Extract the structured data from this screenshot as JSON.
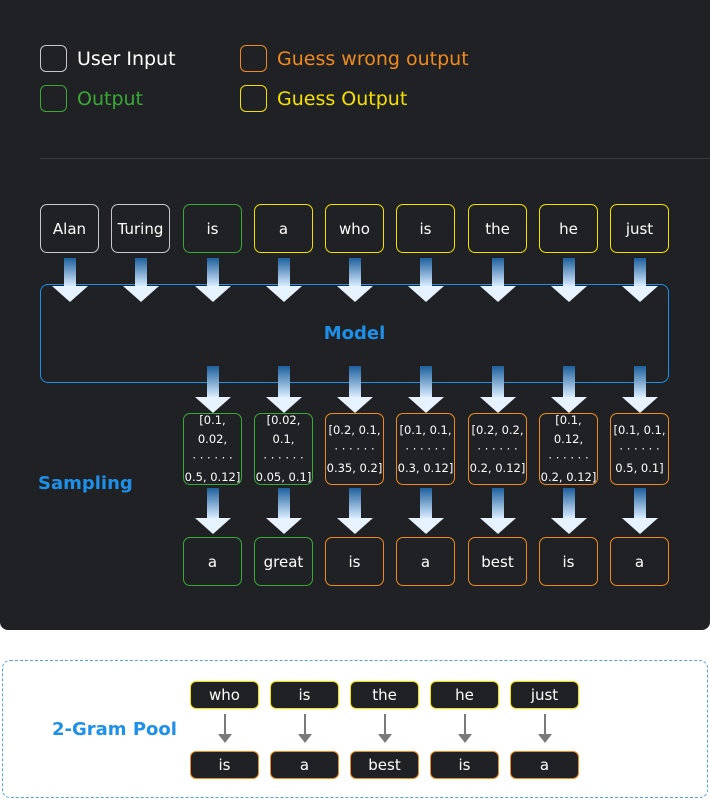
{
  "colors": {
    "user": "#c8c8cc",
    "output": "#3aa935",
    "wrong": "#f08a1c",
    "guess": "#f5e000",
    "accent": "#1e90e8"
  },
  "legend": [
    {
      "label": "User Input",
      "kind": "user"
    },
    {
      "label": "Guess wrong output",
      "kind": "wrong"
    },
    {
      "label": "Output",
      "kind": "output"
    },
    {
      "label": "Guess Output",
      "kind": "guess"
    }
  ],
  "inputs": [
    {
      "text": "Alan",
      "kind": "user"
    },
    {
      "text": "Turing",
      "kind": "user"
    },
    {
      "text": "is",
      "kind": "output"
    },
    {
      "text": "a",
      "kind": "guess"
    },
    {
      "text": "who",
      "kind": "guess"
    },
    {
      "text": "is",
      "kind": "guess"
    },
    {
      "text": "the",
      "kind": "guess"
    },
    {
      "text": "he",
      "kind": "guess"
    },
    {
      "text": "just",
      "kind": "guess"
    }
  ],
  "model_label": "Model",
  "sampling_label": "Sampling",
  "probs": [
    {
      "l1": "[0.1, 0.02,",
      "l2": "· · · · · ·",
      "l3": "0.5, 0.12]",
      "kind": "output"
    },
    {
      "l1": "[0.02, 0.1,",
      "l2": "· · · · · ·",
      "l3": "0.05, 0.1]",
      "kind": "output"
    },
    {
      "l1": "[0.2, 0.1,",
      "l2": "· · · · · ·",
      "l3": "0.35, 0.2]",
      "kind": "wrong"
    },
    {
      "l1": "[0.1, 0.1,",
      "l2": "· · · · · ·",
      "l3": "0.3, 0.12]",
      "kind": "wrong"
    },
    {
      "l1": "[0.2, 0.2,",
      "l2": "· · · · · ·",
      "l3": "0.2, 0.12]",
      "kind": "wrong"
    },
    {
      "l1": "[0.1, 0.12,",
      "l2": "· · · · · ·",
      "l3": "0.2, 0.12]",
      "kind": "wrong"
    },
    {
      "l1": "[0.1, 0.1,",
      "l2": "· · · · · ·",
      "l3": "0.5, 0.1]",
      "kind": "wrong"
    }
  ],
  "outputs": [
    {
      "text": "a",
      "kind": "output"
    },
    {
      "text": "great",
      "kind": "output"
    },
    {
      "text": "is",
      "kind": "wrong"
    },
    {
      "text": "a",
      "kind": "wrong"
    },
    {
      "text": "best",
      "kind": "wrong"
    },
    {
      "text": "is",
      "kind": "wrong"
    },
    {
      "text": "a",
      "kind": "wrong"
    }
  ],
  "pool_label": "2-Gram Pool",
  "pool": [
    {
      "from": "who",
      "to": "is"
    },
    {
      "from": "is",
      "to": "a"
    },
    {
      "from": "the",
      "to": "best"
    },
    {
      "from": "he",
      "to": "is"
    },
    {
      "from": "just",
      "to": "a"
    }
  ]
}
